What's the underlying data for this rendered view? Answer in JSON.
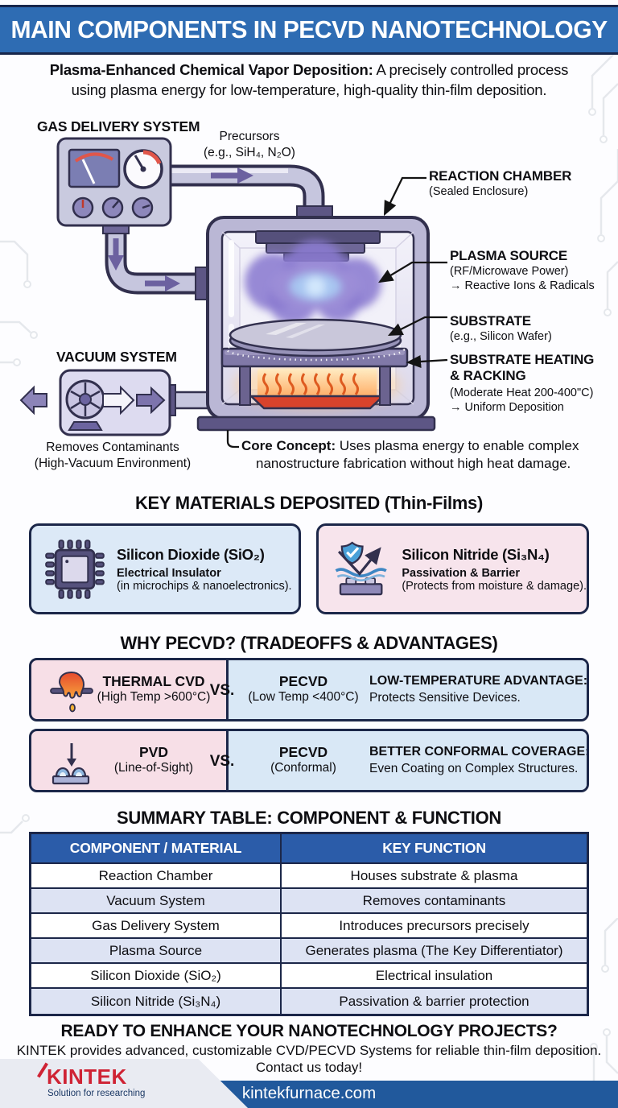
{
  "title": "MAIN COMPONENTS IN PECVD NANOTECHNOLOGY",
  "intro": {
    "lead": "Plasma-Enhanced Chemical Vapor Deposition:",
    "rest1": " A precisely controlled process",
    "line2": "using plasma energy for low-temperature, high-quality thin-film deposition."
  },
  "diagram": {
    "gas_delivery": "GAS DELIVERY SYSTEM",
    "precursors_1": "Precursors",
    "precursors_2": "(e.g., SiH₄, N₂O)",
    "reaction_chamber_title": "REACTION CHAMBER",
    "reaction_chamber_sub": "(Sealed Enclosure)",
    "plasma_title": "PLASMA SOURCE",
    "plasma_sub": "(RF/Microwave Power)",
    "plasma_sub2": "→ Reactive Ions & Radicals",
    "substrate_title": "SUBSTRATE",
    "substrate_sub": "(e.g., Silicon Wafer)",
    "heating_title1": "SUBSTRATE HEATING",
    "heating_title2": "& RACKING",
    "heating_sub": "(Moderate Heat 200-400\"C)",
    "heating_sub2": "→ Uniform Deposition",
    "vacuum_title": "VACUUM SYSTEM",
    "vacuum_sub1": "Removes Contaminants",
    "vacuum_sub2": "(High-Vacuum Environment)",
    "core_lead": "Core Concept:",
    "core_rest": " Uses plasma energy to enable complex",
    "core_line2": "nanostructure fabrication without high heat damage."
  },
  "materials": {
    "title": "KEY MATERIALS DEPOSITED (Thin-Films)",
    "cards": [
      {
        "name": "Silicon Dioxide (SiO₂)",
        "subtitle": "Electrical Insulator",
        "desc": "(in microchips & nanoelectronics).",
        "icon": "microchip-icon"
      },
      {
        "name": "Silicon Nitride (Si₃N₄)",
        "subtitle": "Passivation & Barrier",
        "desc": "(Protects from moisture & damage).",
        "icon": "shield-layers-icon"
      }
    ]
  },
  "why": {
    "title": "WHY PECVD? (TRADEOFFS & ADVANTAGES)",
    "rows": [
      {
        "left_title": "THERMAL CVD",
        "left_sub": "(High Temp >600°C)",
        "vs": "VS.",
        "mid_title": "PECVD",
        "mid_sub": "(Low Temp <400°C)",
        "right_title": "LOW-TEMPERATURE ADVANTAGE:",
        "right_sub": "Protects Sensitive Devices."
      },
      {
        "left_title": "PVD",
        "left_sub": "(Line-of-Sight)",
        "vs": "VS.",
        "mid_title": "PECVD",
        "mid_sub": "(Conformal)",
        "right_title": "BETTER CONFORMAL COVERAGE:",
        "right_sub": "Even Coating on Complex Structures."
      }
    ]
  },
  "summary": {
    "title": "SUMMARY TABLE: COMPONENT & FUNCTION",
    "headers": [
      "COMPONENT / MATERIAL",
      "KEY FUNCTION"
    ],
    "rows": [
      [
        "Reaction Chamber",
        "Houses substrate & plasma"
      ],
      [
        "Vacuum System",
        "Removes contaminants"
      ],
      [
        "Gas Delivery System",
        "Introduces precursors precisely"
      ],
      [
        "Plasma Source",
        "Generates plasma (The Key Differentiator)"
      ],
      [
        "Silicon Dioxide (SiO₂)",
        "Electrical insulation"
      ],
      [
        "Silicon Nitride (Si₃N₄)",
        "Passivation & barrier protection"
      ]
    ]
  },
  "cta": {
    "title": "READY TO ENHANCE YOUR NANOTECHNOLOGY PROJECTS?",
    "line1": "KINTEK provides advanced, customizable CVD/PECVD Systems for reliable thin-film deposition.",
    "line2": "Contact us today!"
  },
  "footer": {
    "brand": "KINTEK",
    "brand_sub": "Solution for researching",
    "website": "kintekfurnace.com"
  },
  "colors": {
    "header_bg": "#2e6cb3",
    "navy": "#1c2749",
    "table_header_bg": "#2b5ca9",
    "row_alt": "#dde3f3",
    "card_blue": "#dce9f7",
    "card_pink": "#f7e4ec",
    "panel_pink": "#f7dfe7",
    "panel_blue": "#d9e8f6",
    "footer_bar": "#21599c",
    "brand_red": "#cf2334"
  }
}
